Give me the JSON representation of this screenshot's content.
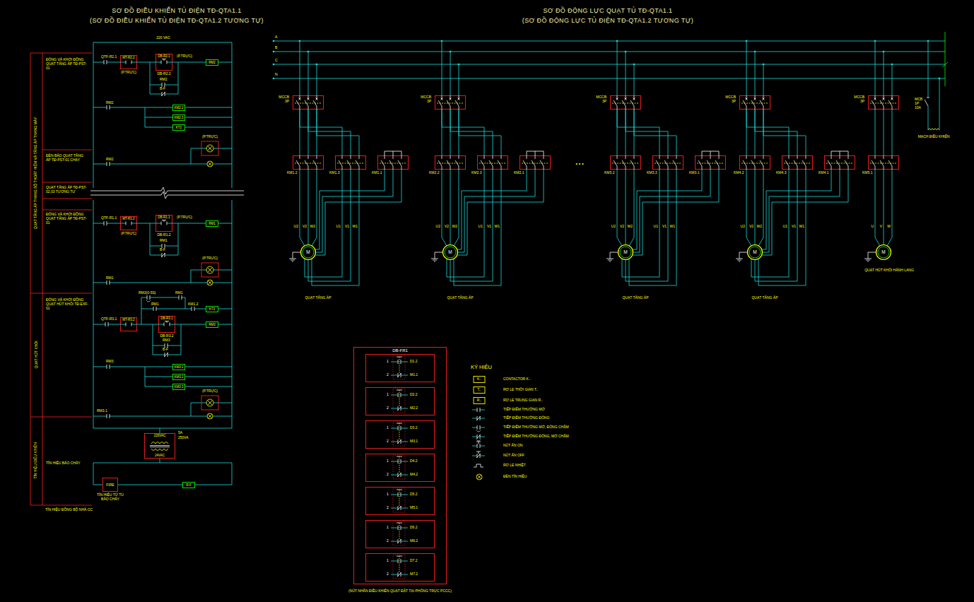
{
  "diagram": {
    "title": "SƠ ĐỒ ĐIỀU KHIỂN TỦ ĐIỆN TĐ-QTA1.1",
    "nodes": [
      {
        "text": [
          "MT-R2.2"
        ]
      },
      {
        "text": [
          "DB-R2.1"
        ]
      },
      {
        "text": [
          "RM2"
        ]
      },
      {
        "text": [
          "KM2.2"
        ]
      },
      {
        "text": [
          "KM2.3"
        ]
      },
      {
        "text": [
          "KT2"
        ]
      },
      {
        "text": [
          "MT-R1.2"
        ]
      },
      {
        "text": [
          "DB-R1.1"
        ]
      },
      {
        "text": [
          "RM1"
        ]
      },
      {
        "text": [
          "KT3"
        ]
      },
      {
        "text": [
          "MT-R3.2"
        ]
      },
      {
        "text": [
          "DB-R3.1"
        ]
      },
      {
        "text": [
          "RM3"
        ]
      },
      {
        "text": [
          "KM3.1"
        ]
      },
      {
        "text": [
          "KM3.2"
        ]
      },
      {
        "text": [
          "KM3.3"
        ]
      },
      {
        "text": [
          "220VAC",
          "24VAC"
        ]
      },
      {
        "text": [
          "FIRE"
        ]
      },
      {
        "text": [
          "R-F"
        ]
      },
      {
        "text": [
          "MCCB 3P"
        ]
      },
      {
        "text": [
          "MCCB 3P"
        ]
      },
      {
        "text": [
          "MCCB 3P"
        ]
      },
      {
        "text": [
          "MCCB 3P"
        ]
      },
      {
        "text": [
          "MCCB 3P"
        ]
      },
      {
        "text": [
          "KM1.2"
        ]
      },
      {
        "text": [
          "KM1.3"
        ]
      },
      {
        "text": [
          "KM1.1"
        ]
      },
      {
        "text": [
          "KM2.2"
        ]
      },
      {
        "text": [
          "KM2.3"
        ]
      },
      {
        "text": [
          "KM2.1"
        ]
      },
      {
        "text": [
          "KM3.2"
        ]
      },
      {
        "text": [
          "KM3.3"
        ]
      },
      {
        "text": [
          "KM3.1"
        ]
      },
      {
        "text": [
          "KM4.2"
        ]
      },
      {
        "text": [
          "KM4.3"
        ]
      },
      {
        "text": [
          "KM4.1"
        ]
      },
      {
        "text": [
          "KM5.1"
        ]
      },
      {
        "text": [
          "M"
        ]
      },
      {
        "text": [
          "M"
        ]
      },
      {
        "text": [
          "M"
        ]
      },
      {
        "text": [
          "M"
        ]
      },
      {
        "text": [
          "M"
        ]
      },
      {
        "text": [
          "DB-FR1"
        ]
      },
      {
        "text": [
          "1",
          "2",
          "D1.2",
          "M1.1"
        ],
        "in": 42
      },
      {
        "text": [
          "1",
          "2",
          "D2.2",
          "M2.2"
        ],
        "in": 42
      },
      {
        "text": [
          "1",
          "2",
          "D3.2",
          "M3.1"
        ],
        "in": 42
      },
      {
        "text": [
          "1",
          "2",
          "D4.2",
          "M4.2"
        ],
        "in": 42
      },
      {
        "text": [
          "1",
          "2",
          "D5.2",
          "M5.1"
        ],
        "in": 42
      },
      {
        "text": [
          "1",
          "2",
          "D6.2",
          "M6.2"
        ],
        "in": 42
      },
      {
        "text": [
          "1",
          "2",
          "D7.2",
          "M7.2"
        ],
        "in": 42
      }
    ],
    "edges": [
      {
        "from": 0,
        "to": 1,
        "arrow": "none"
      },
      {
        "from": 1,
        "to": 2,
        "arrow": "none"
      },
      {
        "from": 6,
        "to": 7,
        "arrow": "none"
      },
      {
        "from": 7,
        "to": 8,
        "arrow": "none"
      },
      {
        "from": 10,
        "to": 11,
        "arrow": "none"
      },
      {
        "from": 11,
        "to": 12,
        "arrow": "none"
      },
      {
        "from": 17,
        "to": 18,
        "arrow": "none"
      },
      {
        "from": 19,
        "to": 24,
        "arrow": "none"
      },
      {
        "from": 19,
        "to": 25,
        "arrow": "none"
      },
      {
        "from": 24,
        "to": 37,
        "arrow": "none"
      },
      {
        "from": 25,
        "to": 37,
        "arrow": "none"
      },
      {
        "from": 26,
        "to": 37,
        "arrow": "none"
      },
      {
        "from": 20,
        "to": 27,
        "arrow": "none"
      },
      {
        "from": 20,
        "to": 28,
        "arrow": "none"
      },
      {
        "from": 27,
        "to": 38,
        "arrow": "none"
      },
      {
        "from": 28,
        "to": 38,
        "arrow": "none"
      },
      {
        "from": 29,
        "to": 38,
        "arrow": "none"
      },
      {
        "from": 21,
        "to": 30,
        "arrow": "none"
      },
      {
        "from": 21,
        "to": 31,
        "arrow": "none"
      },
      {
        "from": 30,
        "to": 39,
        "arrow": "none"
      },
      {
        "from": 31,
        "to": 39,
        "arrow": "none"
      },
      {
        "from": 32,
        "to": 39,
        "arrow": "none"
      },
      {
        "from": 22,
        "to": 33,
        "arrow": "none"
      },
      {
        "from": 22,
        "to": 34,
        "arrow": "none"
      },
      {
        "from": 33,
        "to": 40,
        "arrow": "none"
      },
      {
        "from": 34,
        "to": 40,
        "arrow": "none"
      },
      {
        "from": 35,
        "to": 40,
        "arrow": "none"
      },
      {
        "from": 23,
        "to": 36,
        "arrow": "none"
      },
      {
        "from": 36,
        "to": 41,
        "arrow": "none"
      }
    ],
    "labels": [
      "(SƠ ĐỒ ĐIỀU KHIỂN TỦ ĐIỆN TĐ-QTA1.2 TƯƠNG TỰ)",
      "SƠ ĐỒ ĐỘNG LỰC QUẠT TỦ TĐ-QTA1.1",
      "(SƠ ĐỒ ĐỘNG LỰC TỦ ĐIỆN TĐ-QTA1.2 TƯƠNG TỰ)",
      "220 VAC",
      "ĐÓNG VÀ KHỞI ĐỘNG QUẠT TĂNG ÁP TĐ-PST-01",
      "ĐÈN BÁO QUẠT TĂNG ÁP TĐ-PST-01 CHẠY",
      "QUẠT TĂNG ÁP TĐ-PST-02,03 TƯƠNG TỰ",
      "ĐÓNG VÀ KHỞI ĐỘNG QUẠT TĂNG ÁP TĐ-PST-01",
      "ĐÓNG VÀ KHỞI ĐỘNG QUẠT HÚT KHÓI TĐ-EXF-01",
      "TÍN HIỆU BÁO CHÁY",
      "QUẠT TĂNG ÁP THANG BỘ THOÁT HIỂM VÀ TĂNG ÁP THANG MÁY",
      "QUẠT HÚT KHÓI",
      "TÍN HIỆU ĐIỀU KHIỂN",
      "TÍN HIỆU ĐỒNG BỘ NHÀ CC",
      "QTF-R2.1",
      "(P.TRỰC)",
      "DB-R2.2",
      "(P.TRỰC)",
      "RM2",
      "B-F",
      "RM2",
      "(P.TRỰC)",
      "RM2",
      "QTF-R1.1",
      "(P.TRỰC)",
      "DB-R1.2",
      "(P.TRỰC)",
      "RM1",
      "B-F",
      "(P.TRỰC)",
      "RM1",
      "RM3(0-5S)",
      "RM1",
      "RM1",
      "KM1.2",
      "QTF-R3.1",
      "DB-R3.2",
      "RM3",
      "B-F",
      "RM3",
      "(P.TRỰC)",
      "RM3.1",
      "5A",
      "250VA",
      "TÍN HIỆU TỪ TỦ BÁO CHÁY",
      "A",
      "B",
      "C",
      "N",
      "• • •",
      "U2",
      "V2",
      "W2",
      "U1",
      "V1",
      "W1",
      "U2",
      "V2",
      "W2",
      "U1",
      "V1",
      "W1",
      "U2",
      "V2",
      "W2",
      "U1",
      "V1",
      "W1",
      "U2",
      "V2",
      "W2",
      "U1",
      "V1",
      "W1",
      "U",
      "V",
      "W",
      "QUẠT TĂNG ÁP",
      "QUẠT TĂNG ÁP",
      "QUẠT TĂNG ÁP",
      "QUẠT TĂNG ÁP",
      "QUẠT HÚT KHÓI HÀNH LANG",
      "MCB 1P 10A",
      "MẠCH ĐIỀU KHIỂN",
      "(NÚT NHẤN ĐIỀU KHIỂN QUẠT ĐẶT TẠI PHÒNG TRỰC PCCC)",
      "KÝ HIỆU",
      "K..",
      "T..",
      "R.."
    ],
    "legend": [
      {
        "text": "CONTACTOR K.."
      },
      {
        "text": "RƠ LE THỜI GIAN T.."
      },
      {
        "text": "RƠ LE TRUNG GIAN R.."
      },
      {
        "text": "TIẾP ĐIỂM THƯỜNG MỞ"
      },
      {
        "text": "TIẾP ĐIỂM THƯỜNG ĐÓNG"
      },
      {
        "text": "TIẾP ĐIỂM THƯỜNG MỞ, ĐÓNG CHẬM"
      },
      {
        "text": "TIẾP ĐIỂM THƯỜNG ĐÓNG, MỞ CHẬM"
      },
      {
        "text": "NÚT ẤN ON"
      },
      {
        "text": "NÚT ẤN OFF"
      },
      {
        "text": "RƠ LE NHIỆT"
      },
      {
        "text": "ĐÈN TÍN HIỆU"
      }
    ]
  }
}
